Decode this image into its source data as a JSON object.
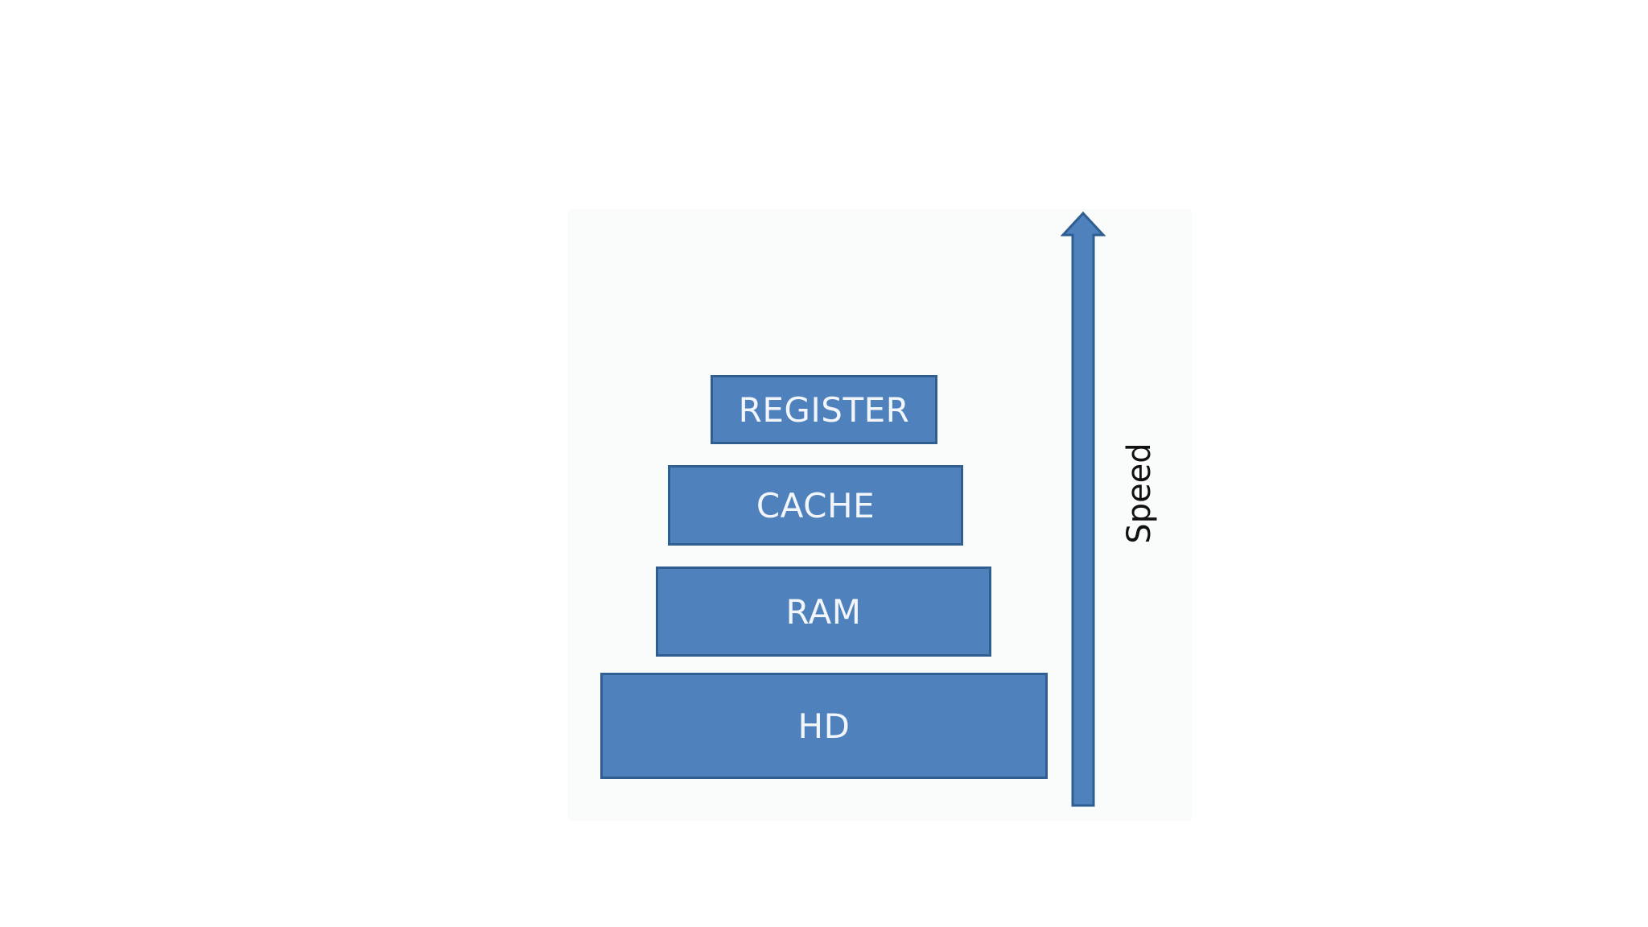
{
  "diagram": {
    "levels": [
      {
        "label": "REGISTER"
      },
      {
        "label": "CACHE"
      },
      {
        "label": "RAM"
      },
      {
        "label": "HD"
      }
    ],
    "axis_label": "Speed",
    "colors": {
      "block_fill": "#4f81bd",
      "block_border": "#2f5e91",
      "block_text": "#f2f6fb",
      "arrow_fill": "#4f81bd",
      "arrow_border": "#2f5e91",
      "panel_background": "#fafcfb"
    }
  }
}
